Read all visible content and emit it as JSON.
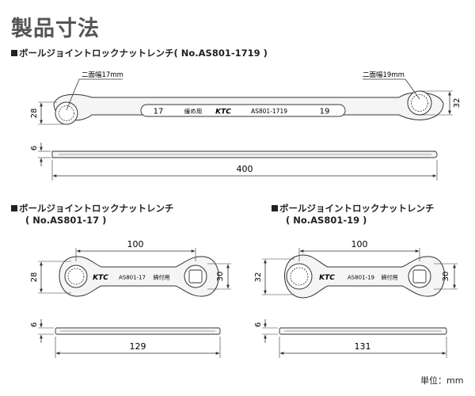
{
  "title": "製品寸法",
  "unit_note": "単位：mm",
  "products": {
    "main": {
      "heading": "ボールジョイントロックナットレンチ( No.AS801-1719 )",
      "left_label": "二面幅17mm",
      "right_label": "二面幅19mm",
      "handle_left_num": "17",
      "handle_mark": "緩め用",
      "handle_brand": "KTC",
      "handle_model": "AS801-1719",
      "handle_right_num": "19",
      "dim_height_left": "28",
      "dim_height_right": "32",
      "dim_thickness": "6",
      "dim_length": "400"
    },
    "small17": {
      "heading_line1": "ボールジョイントロックナットレンチ",
      "heading_line2": "( No.AS801-17 )",
      "handle_brand": "KTC",
      "handle_model": "AS801-17",
      "handle_mark": "締付用",
      "dim_center": "100",
      "dim_height_left": "28",
      "dim_height_right": "30",
      "dim_thickness": "6",
      "dim_length": "129"
    },
    "small19": {
      "heading_line1": "ボールジョイントロックナットレンチ",
      "heading_line2": "( No.AS801-19 )",
      "handle_brand": "KTC",
      "handle_model": "AS801-19",
      "handle_mark": "締付用",
      "dim_center": "100",
      "dim_height_left": "32",
      "dim_height_right": "30",
      "dim_thickness": "6",
      "dim_length": "131"
    }
  }
}
